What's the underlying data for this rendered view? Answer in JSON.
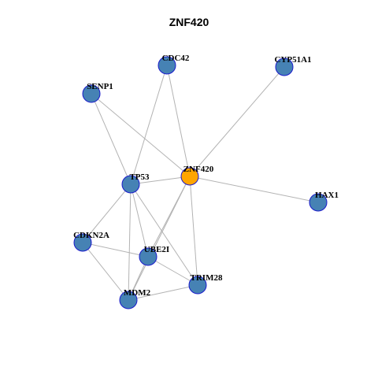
{
  "title": "ZNF420",
  "colors": {
    "node_default": "#4682b4",
    "node_focus": "#ffa500",
    "node_border": "#1a1acc",
    "edge": "#b3b3b3"
  },
  "network": {
    "focus": "ZNF420",
    "nodes": [
      {
        "id": "CDC42",
        "label": "CDC42"
      },
      {
        "id": "CYP51A1",
        "label": "CYP51A1"
      },
      {
        "id": "SENP1",
        "label": "SENP1"
      },
      {
        "id": "ZNF420",
        "label": "ZNF420"
      },
      {
        "id": "TP53",
        "label": "TP53"
      },
      {
        "id": "HAX1",
        "label": "HAX1"
      },
      {
        "id": "CDKN2A",
        "label": "CDKN2A"
      },
      {
        "id": "UBE2I",
        "label": "UBE2I"
      },
      {
        "id": "TRIM28",
        "label": "TRIM28"
      },
      {
        "id": "MDM2",
        "label": "MDM2"
      }
    ],
    "edges": [
      [
        "SENP1",
        "TP53"
      ],
      [
        "SENP1",
        "ZNF420"
      ],
      [
        "CDC42",
        "TP53"
      ],
      [
        "CDC42",
        "ZNF420"
      ],
      [
        "CYP51A1",
        "ZNF420"
      ],
      [
        "ZNF420",
        "TP53"
      ],
      [
        "ZNF420",
        "HAX1"
      ],
      [
        "ZNF420",
        "UBE2I"
      ],
      [
        "ZNF420",
        "MDM2"
      ],
      [
        "ZNF420",
        "TRIM28"
      ],
      [
        "TP53",
        "CDKN2A"
      ],
      [
        "TP53",
        "UBE2I"
      ],
      [
        "TP53",
        "MDM2"
      ],
      [
        "TP53",
        "TRIM28"
      ],
      [
        "CDKN2A",
        "UBE2I"
      ],
      [
        "CDKN2A",
        "MDM2"
      ],
      [
        "UBE2I",
        "MDM2"
      ],
      [
        "UBE2I",
        "TRIM28"
      ],
      [
        "MDM2",
        "TRIM28"
      ]
    ]
  }
}
